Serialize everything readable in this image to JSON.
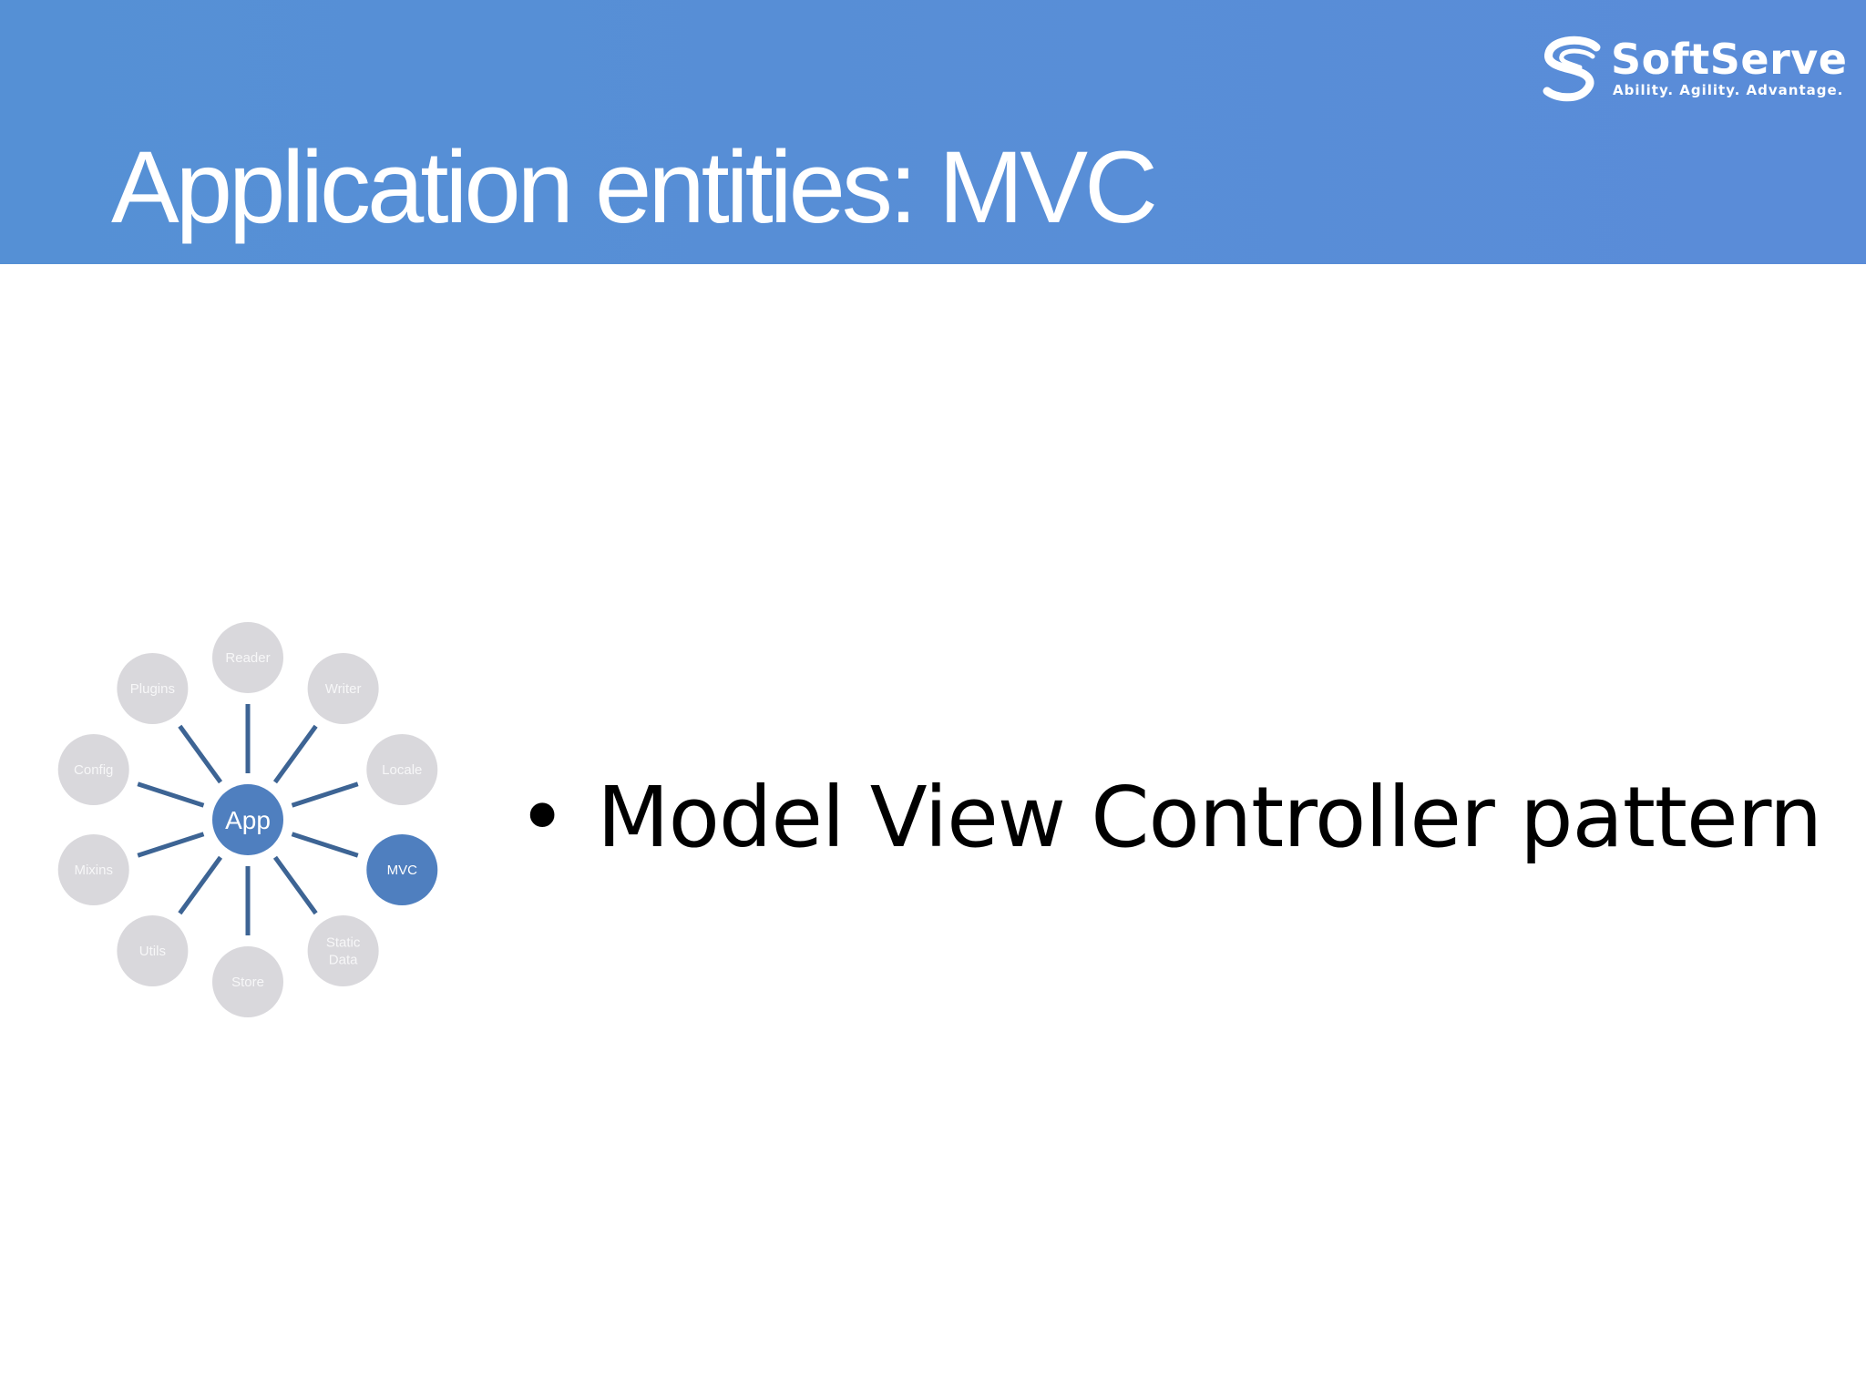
{
  "slide": {
    "title": "Application entities: MVC",
    "bullet": "Model View Controller pattern"
  },
  "logo": {
    "name": "SoftServe",
    "tagline": "Ability. Agility. Advantage."
  },
  "diagram": {
    "center": "App",
    "nodes": [
      {
        "label": "Reader",
        "active": false
      },
      {
        "label": "Writer",
        "active": false
      },
      {
        "label": "Locale",
        "active": false
      },
      {
        "label": "MVC",
        "active": true
      },
      {
        "label": "Static Data",
        "active": false
      },
      {
        "label": "Store",
        "active": false
      },
      {
        "label": "Utils",
        "active": false
      },
      {
        "label": "Mixins",
        "active": false
      },
      {
        "label": "Config",
        "active": false
      },
      {
        "label": "Plugins",
        "active": false
      }
    ]
  },
  "colors": {
    "header": "#5590d5",
    "accent": "#4f7fbf",
    "node_inactive": "#d9d8dc",
    "connector": "#3d6494"
  }
}
